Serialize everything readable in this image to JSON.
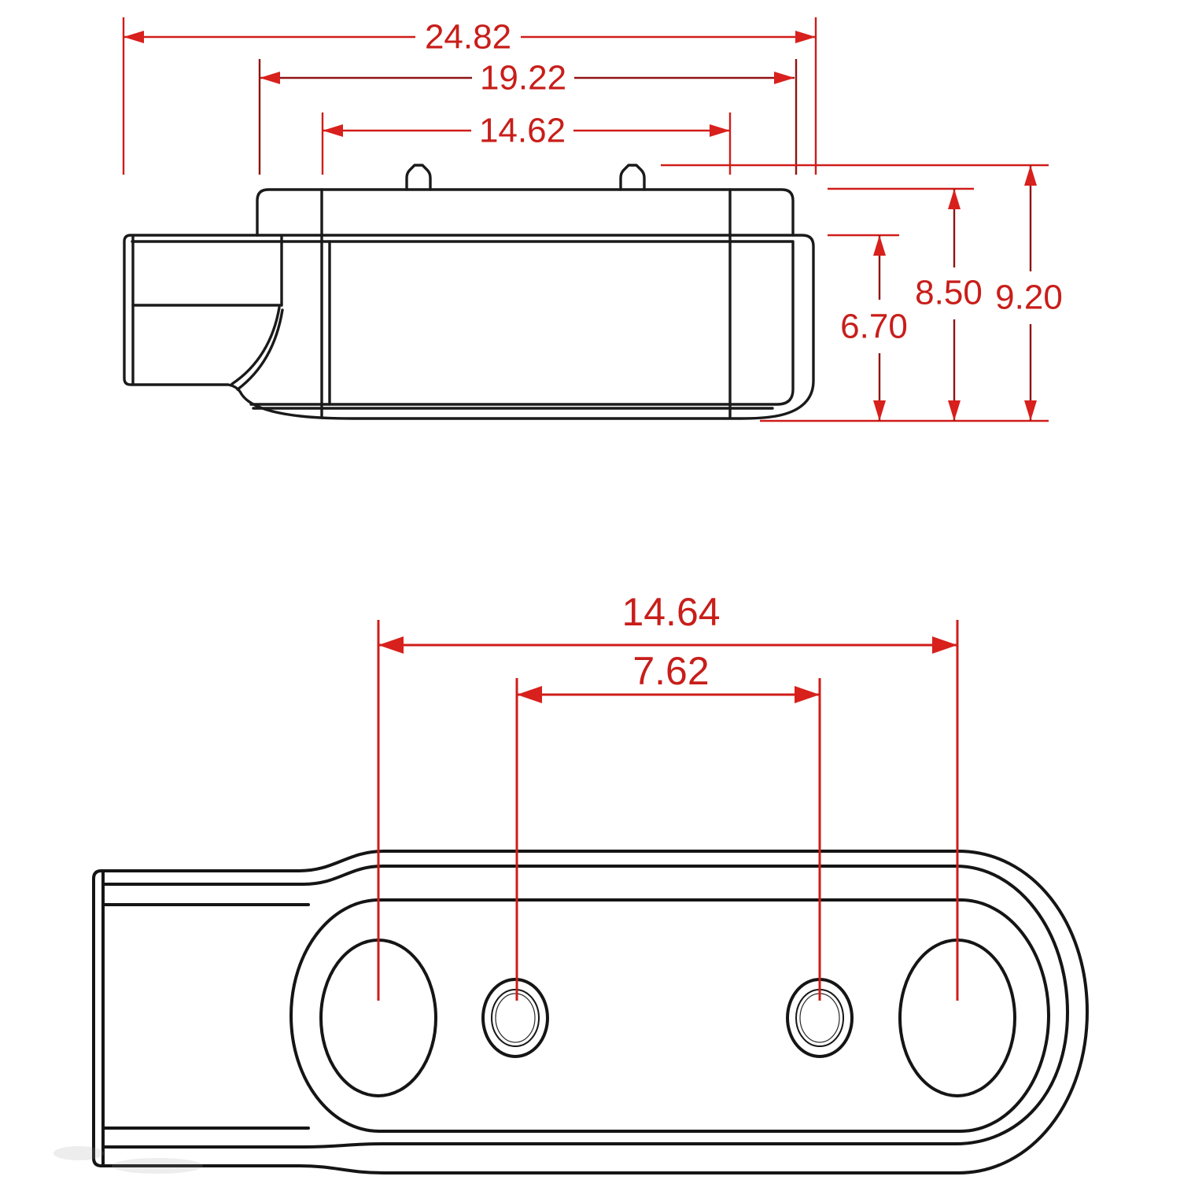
{
  "drawing": {
    "background": "#ffffff",
    "outline_color": "#1a1a1a",
    "dimension_colors": {
      "bright_red": "#cf1d1a",
      "dark_red": "#8e1412",
      "arrow_red": "#d8201c",
      "text_red": "#c81e1a"
    },
    "side_view": {
      "description": "side elevation of hitch lock body with hook shackle, lid and two top pins",
      "width_dims": [
        {
          "id": "overall-width",
          "label": "24.82",
          "value": 24.82
        },
        {
          "id": "lid-width",
          "label": "19.22",
          "value": 19.22
        },
        {
          "id": "inner-section-width",
          "label": "14.62",
          "value": 14.62
        }
      ],
      "height_dims": [
        {
          "id": "base-height",
          "label": "6.70",
          "value": 6.7
        },
        {
          "id": "body-height",
          "label": "8.50",
          "value": 8.5
        },
        {
          "id": "overall-height",
          "label": "9.20",
          "value": 9.2
        }
      ]
    },
    "plan_view": {
      "description": "plan view of mounting bar with rounded head, two large holes and two small holes",
      "width_dims": [
        {
          "id": "large-hole-spacing",
          "label": "14.64",
          "value": 14.64
        },
        {
          "id": "small-hole-spacing",
          "label": "7.62",
          "value": 7.62
        }
      ]
    }
  }
}
